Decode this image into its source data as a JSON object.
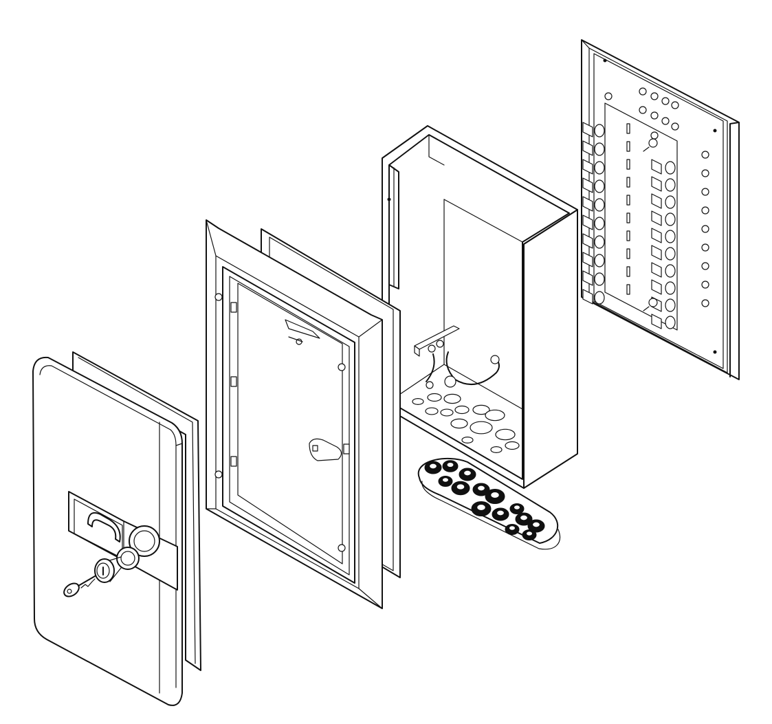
{
  "figure": {
    "kind": "exploded technical line drawing",
    "components": [
      {
        "id": "front-cover",
        "icons": [
          "handset-icon",
          "key-icon",
          "lock-cylinder-icon"
        ]
      },
      {
        "id": "mounting-frame"
      },
      {
        "id": "flush-box"
      },
      {
        "id": "cable-grommet-plate"
      },
      {
        "id": "terminal-back-panel"
      }
    ],
    "colors": {
      "line": "#111111",
      "background": "#ffffff"
    }
  }
}
